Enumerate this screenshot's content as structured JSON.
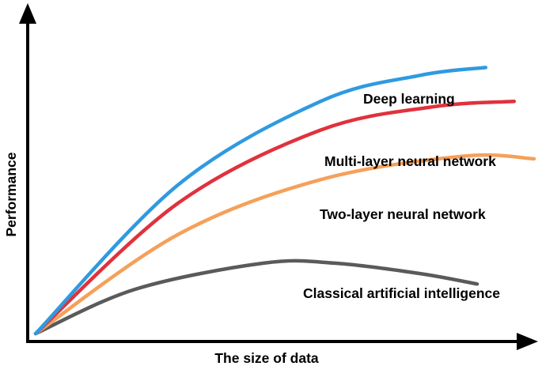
{
  "chart_data": {
    "type": "line",
    "title": "",
    "xlabel": "The size of data",
    "ylabel": "Performance",
    "x_ticks": false,
    "y_ticks": false,
    "grid": false,
    "legend": "inline labels next to each curve",
    "series": [
      {
        "name": "Deep learning",
        "color": "#2f9ae0",
        "shape": "rising steadily, highest at large data",
        "points": [
          [
            0,
            0
          ],
          [
            0.5,
            5.7
          ],
          [
            1.0,
            8.9
          ],
          [
            1.35,
            9.9
          ],
          [
            1.58,
            10.2
          ]
        ]
      },
      {
        "name": "Multi-layer neural network",
        "color": "#e0323c",
        "shape": "rising, slightly flattening at large data",
        "points": [
          [
            0,
            0
          ],
          [
            0.5,
            5.0
          ],
          [
            1.0,
            7.8
          ],
          [
            1.4,
            8.7
          ],
          [
            1.68,
            8.9
          ]
        ]
      },
      {
        "name": "Two-layer neural network",
        "color": "#f5a05a",
        "shape": "rising then plateauing",
        "points": [
          [
            0,
            0
          ],
          [
            0.5,
            3.8
          ],
          [
            1.0,
            5.9
          ],
          [
            1.5,
            6.8
          ],
          [
            1.75,
            6.7
          ]
        ]
      },
      {
        "name": "Classical artificial intelligence",
        "color": "#5a5a5a",
        "shape": "rising early, peaking then slightly declining",
        "points": [
          [
            0,
            0
          ],
          [
            0.35,
            1.7
          ],
          [
            0.8,
            2.7
          ],
          [
            1.05,
            2.7
          ],
          [
            1.35,
            2.3
          ],
          [
            1.55,
            1.9
          ]
        ]
      }
    ]
  }
}
